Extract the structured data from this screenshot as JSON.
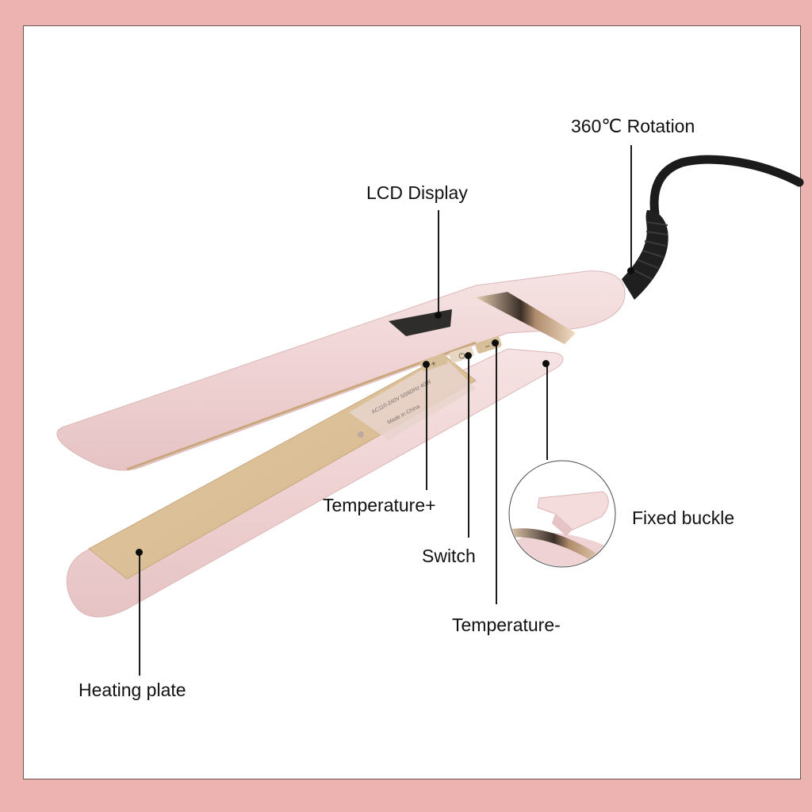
{
  "frame": {
    "border_color": "#ecb3b0",
    "panel_color": "#ffffff"
  },
  "product": {
    "name": "hair-straightener",
    "body_color": "#f1d6d6",
    "plate_color": "#d9bc92",
    "accent_band_color": "#c9a27a",
    "cord_color": "#1b1b1b",
    "buttons": [
      {
        "id": "temp_plus",
        "symbol": "+"
      },
      {
        "id": "power",
        "symbol": "⏻"
      },
      {
        "id": "temp_minus",
        "symbol": "−"
      }
    ]
  },
  "callouts": {
    "rotation": {
      "label": "360℃ Rotation"
    },
    "lcd": {
      "label": "LCD Display"
    },
    "temp_plus": {
      "label": "Temperature+"
    },
    "switch": {
      "label": "Switch"
    },
    "temp_minus": {
      "label": "Temperature-"
    },
    "buckle": {
      "label": "Fixed buckle"
    },
    "plate": {
      "label": "Heating plate"
    }
  }
}
